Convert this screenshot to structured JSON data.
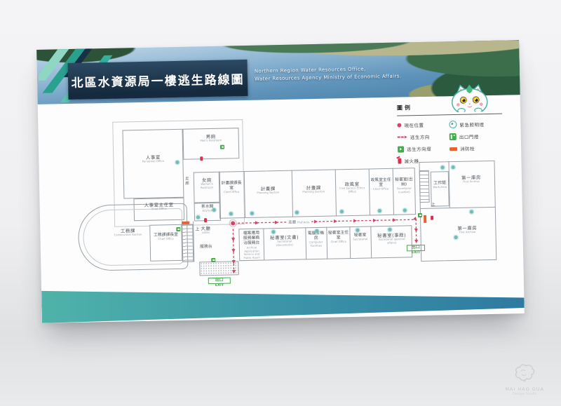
{
  "header": {
    "title_zh": "北區水資源局一樓逃生路線圖",
    "subtitle_en_line1": "Northern Region Water Resources Office,",
    "subtitle_en_line2": "Water Resources Agency Ministry of Economic Affairs."
  },
  "legend": {
    "title": "圖例",
    "items_left": [
      {
        "icon": "current-location-dot",
        "label": "現在位置"
      },
      {
        "icon": "escape-direction-arrow",
        "label": "逃生方向"
      },
      {
        "icon": "escape-direction-light",
        "label": "逃生方向燈"
      },
      {
        "icon": "fire-extinguisher",
        "label": "滅火器"
      }
    ],
    "items_right": [
      {
        "icon": "emergency-light",
        "label": "緊急照明燈"
      },
      {
        "icon": "exit-door-light",
        "label": "出口門燈"
      },
      {
        "icon": "fire-hydrant",
        "label": "消防栓"
      }
    ]
  },
  "floorplan": {
    "hallway": {
      "zh": "走廊",
      "en": "Hallway"
    },
    "corridor_left": {
      "zh": "走廊",
      "en": "Hallway"
    },
    "lobby": {
      "zh": "大廳",
      "en": "Lobby"
    },
    "info_desk": {
      "zh": "服務台",
      "en": "Information"
    },
    "stairs_up": "上",
    "exit": {
      "zh": "出口",
      "en": "EXIT"
    },
    "rooms": [
      {
        "zh": "男廁",
        "en": "Men's Restroom"
      },
      {
        "zh": "人事室",
        "en": "Personnel Office"
      },
      {
        "zh": "人事室主任室",
        "en": "Chief Office"
      },
      {
        "zh": "女廁",
        "en": "Women's Restroom"
      },
      {
        "zh": "茶水間",
        "en": "Kitchen"
      },
      {
        "zh": "計畫課課長室",
        "en": "Chief Office"
      },
      {
        "zh": "計畫課",
        "en": "Planning Section"
      },
      {
        "zh": "計畫課",
        "en": "Planning Section"
      },
      {
        "zh": "政風室",
        "en": "Civil Service Ethics Office"
      },
      {
        "zh": "政風室主任室",
        "en": "Chief Office"
      },
      {
        "zh": "秘書室(出納)",
        "en": "Secretarial (cashier)"
      },
      {
        "zh": "工作間",
        "en": "Work Area"
      },
      {
        "zh": "第一庫房",
        "en": "First Archive"
      },
      {
        "zh": "第一庫房",
        "en": "First Archive"
      },
      {
        "zh": "工務課",
        "en": "Construction Section"
      },
      {
        "zh": "工務課課長室",
        "en": "Chief Office"
      },
      {
        "zh": "檔案應用服務業務洽服務台",
        "en": "Archive Application Service and Public Room"
      },
      {
        "zh": "秘書室(文書)",
        "en": "Secretarial (documents)"
      },
      {
        "zh": "電腦主機房",
        "en": "Computer Facilities"
      },
      {
        "zh": "秘書室主任室",
        "en": "Chief Office"
      },
      {
        "zh": "秘書室",
        "en": "Secretarial"
      },
      {
        "zh": "秘書室(事務)",
        "en": "Secretarial (general affairs)"
      }
    ]
  },
  "colors": {
    "banner_navy": "#152a3e",
    "path_red": "#cf4766",
    "exit_green": "#3fae49",
    "emergency_teal": "#6fbdb8",
    "hydrant_orange": "#e8622d",
    "wedge_left": "#4fb3a9",
    "wedge_right": "#2f7aa0"
  },
  "watermark": {
    "line1": "MAI HAO GUA",
    "line2": "Design Studio"
  }
}
